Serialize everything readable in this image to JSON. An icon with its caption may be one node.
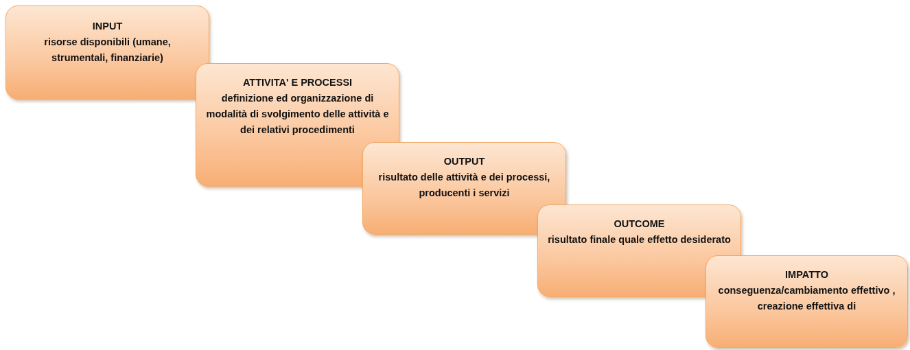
{
  "diagram": {
    "nodes": [
      {
        "text": [
          "INPUT",
          "risorse disponibili (umane, strumentali, finanziarie)"
        ]
      },
      {
        "text": [
          "ATTIVITA' E PROCESSI",
          "definizione ed organizzazione di modalità di svolgimento delle attività e dei relativi procedimenti"
        ]
      },
      {
        "text": [
          "OUTPUT",
          "risultato delle attività e dei processi, producenti i servizi"
        ]
      },
      {
        "text": [
          "OUTCOME",
          "risultato finale quale effetto desiderato"
        ]
      },
      {
        "text": [
          "IMPATTO",
          "conseguenza/cambiamento effettivo , creazione effettiva di"
        ]
      }
    ]
  }
}
